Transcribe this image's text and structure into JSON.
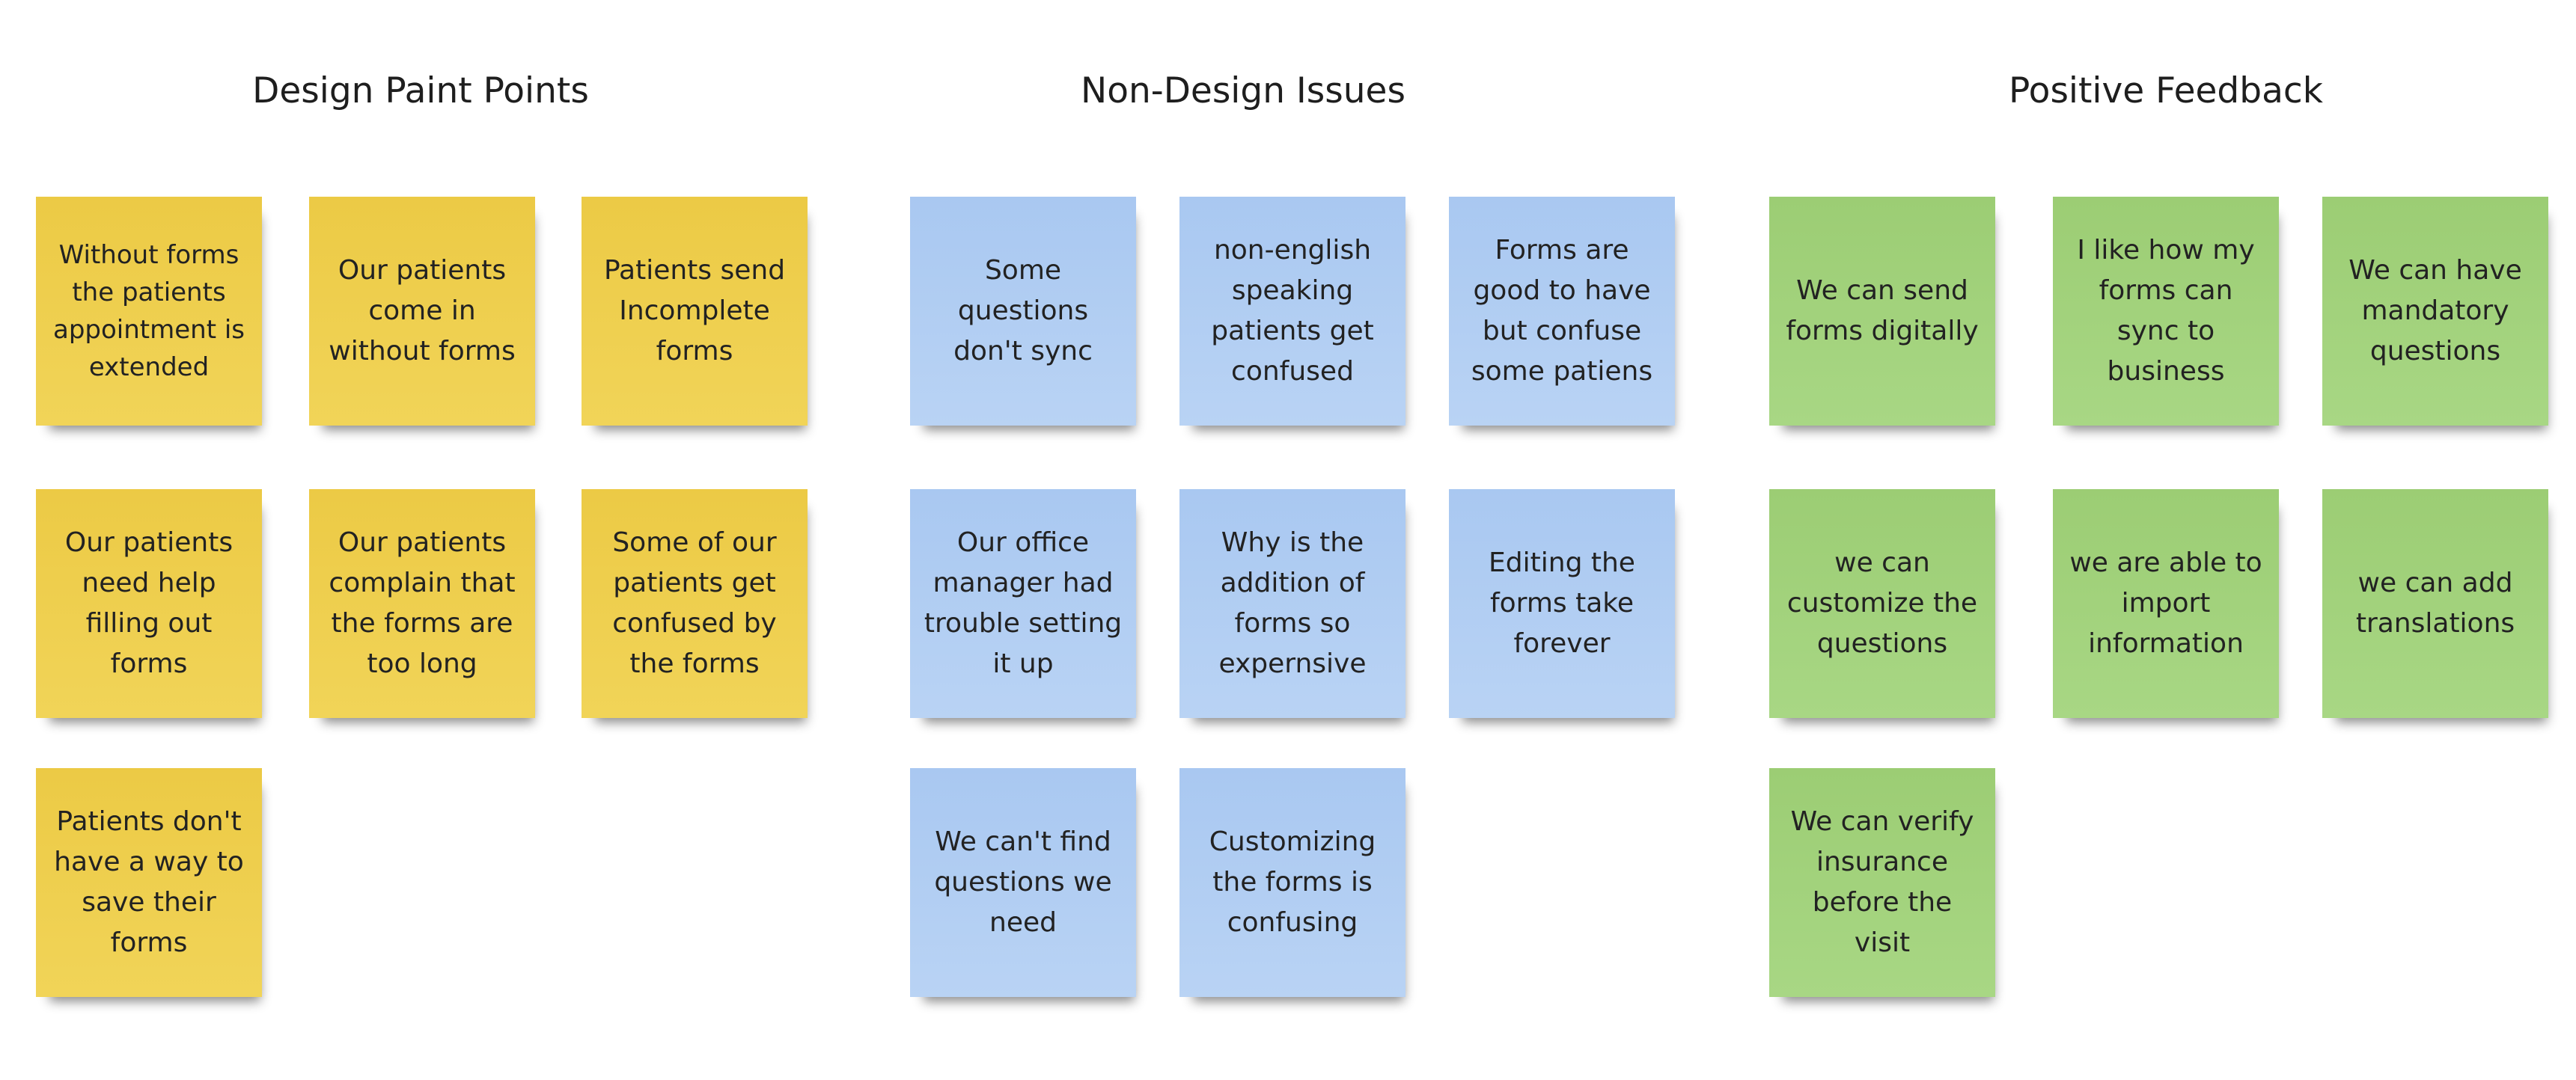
{
  "groups": {
    "design": {
      "title": "Design Paint Points",
      "color": "#eecd4b",
      "notes": [
        "Without forms the patients appointment is extended",
        "Our patients come in without forms",
        "Patients send Incomplete forms",
        "Our patients need help filling out forms",
        "Our patients complain that the forms are too long",
        "Some of our patients get confused by the forms",
        "Patients don't have a way to save their forms"
      ]
    },
    "non_design": {
      "title": "Non-Design Issues",
      "color": "#aecbf2",
      "notes": [
        "Some questions don't sync",
        "non-english speaking patients get confused",
        "Forms are good to have but confuse some patiens",
        "Our office manager had trouble setting it up",
        "Why is the addition of forms so expernsive",
        "Editing the forms take forever",
        "We can't find questions we need",
        "Customizing the forms is confusing"
      ]
    },
    "positive": {
      "title": "Positive Feedback",
      "color": "#a0d17a",
      "notes": [
        "We can send forms digitally",
        "I like how my forms can sync to business",
        "We can have mandatory questions",
        "we can customize the questions",
        "we are able to import information",
        "we can add translations",
        "We can verify insurance before the visit"
      ]
    }
  }
}
